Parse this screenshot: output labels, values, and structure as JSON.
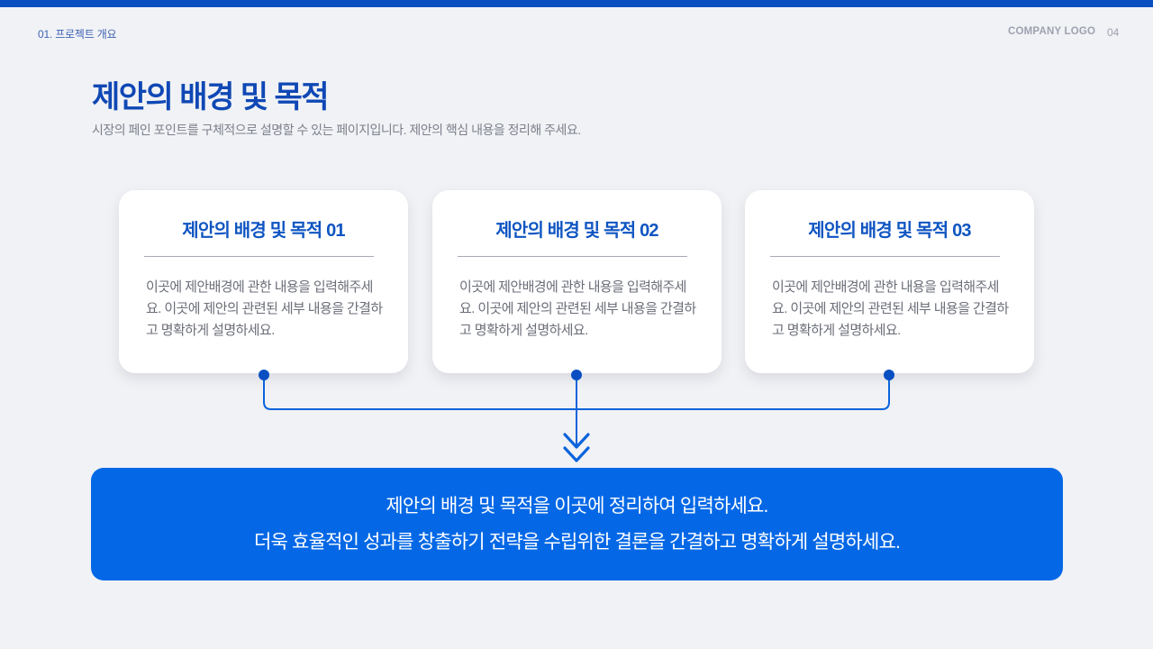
{
  "header": {
    "section_label": "01. 프로젝트 개요",
    "company_logo": "COMPANY LOGO",
    "page_number": "04"
  },
  "page": {
    "title": "제안의 배경 및 목적",
    "subtitle": "시장의 페인 포인트를 구체적으로 설명할 수 있는 페이지입니다. 제안의 핵심 내용을 정리해 주세요."
  },
  "cards": [
    {
      "title": "제안의 배경 및 목적 01",
      "body": "이곳에 제안배경에 관한 내용을 입력해주세요. 이곳에 제안의 관련된 세부 내용을 간결하고 명확하게 설명하세요."
    },
    {
      "title": "제안의 배경 및 목적 02",
      "body": "이곳에 제안배경에 관한 내용을 입력해주세요. 이곳에 제안의 관련된 세부 내용을 간결하고 명확하게 설명하세요."
    },
    {
      "title": "제안의 배경 및 목적 03",
      "body": "이곳에 제안배경에 관한 내용을 입력해주세요. 이곳에 제안의 관련된 세부 내용을 간결하고 명확하게 설명하세요."
    }
  ],
  "connector": {
    "icon": "double-chevron-down-icon"
  },
  "conclusion": {
    "line1": "제안의 배경 및 목적을 이곳에 정리하여 입력하세요.",
    "line2": "더욱 효율적인 성과를 창출하기 전략을 수립위한 결론을 간결하고 명확하게 설명하세요."
  },
  "colors": {
    "brand_blue": "#0a4fc2",
    "title_blue": "#0f48b5",
    "card_title_blue": "#0f55c2",
    "connector_blue": "#0a63dc",
    "conclusion_bg": "#0468e6",
    "background": "#f1f2f5"
  }
}
